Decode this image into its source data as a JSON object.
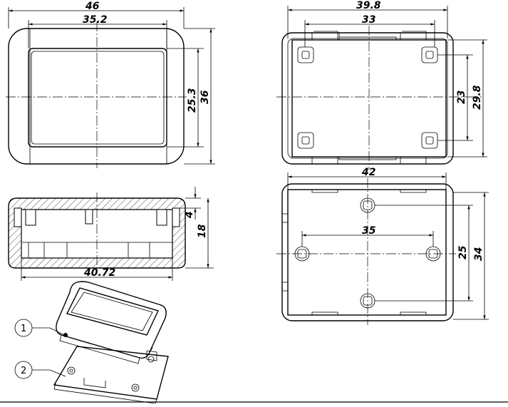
{
  "dimensions": {
    "front_width": "46",
    "front_inner_width": "35.2",
    "front_inner_height": "25.3",
    "front_height": "36",
    "back_width": "39.8",
    "back_inner_width": "33",
    "back_screw_spacing_v": "23",
    "back_inner_height": "29.8",
    "section_depth_small": "4",
    "section_depth": "18",
    "section_inner_width": "40.72",
    "bottom_width": "42",
    "bottom_hole_spacing_h": "35",
    "bottom_hole_spacing_v": "25",
    "bottom_height": "34"
  },
  "callouts": {
    "part1": "1",
    "part2": "2"
  }
}
